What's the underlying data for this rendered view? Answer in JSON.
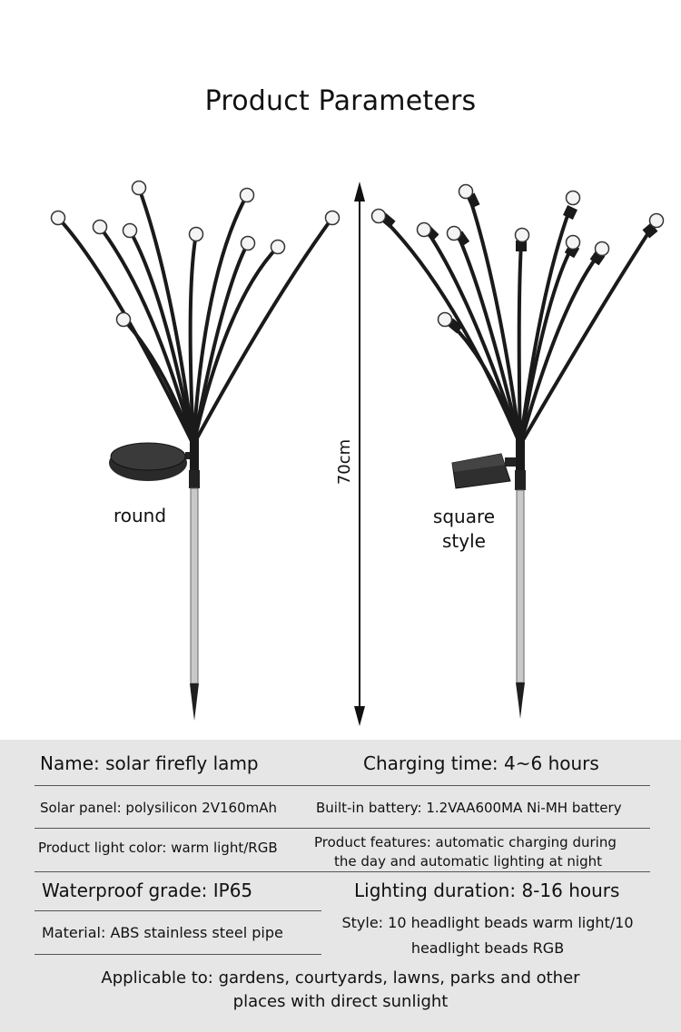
{
  "title": "Product Parameters",
  "labels": {
    "round": "round",
    "square_line1": "square",
    "square_line2": "style",
    "height": "70cm"
  },
  "specs": {
    "name": "Name: solar firefly lamp",
    "charging_time": "Charging time: 4~6 hours",
    "solar_panel": "Solar panel: polysilicon 2V160mAh",
    "battery": "Built-in battery: 1.2VAA600MA Ni-MH battery",
    "light_color": "Product light color: warm light/RGB",
    "features_line1": "Product features: automatic charging during",
    "features_line2": "the day and automatic lighting at night",
    "waterproof": "Waterproof grade: IP65",
    "lighting_duration": "Lighting duration: 8-16 hours",
    "material": "Material: ABS stainless steel pipe",
    "style_line1": "Style: 10 headlight beads warm light/10",
    "style_line2": "headlight beads RGB",
    "applicable_line1": "Applicable to: gardens, courtyards, lawns, parks and other",
    "applicable_line2": "places with direct sunlight"
  }
}
